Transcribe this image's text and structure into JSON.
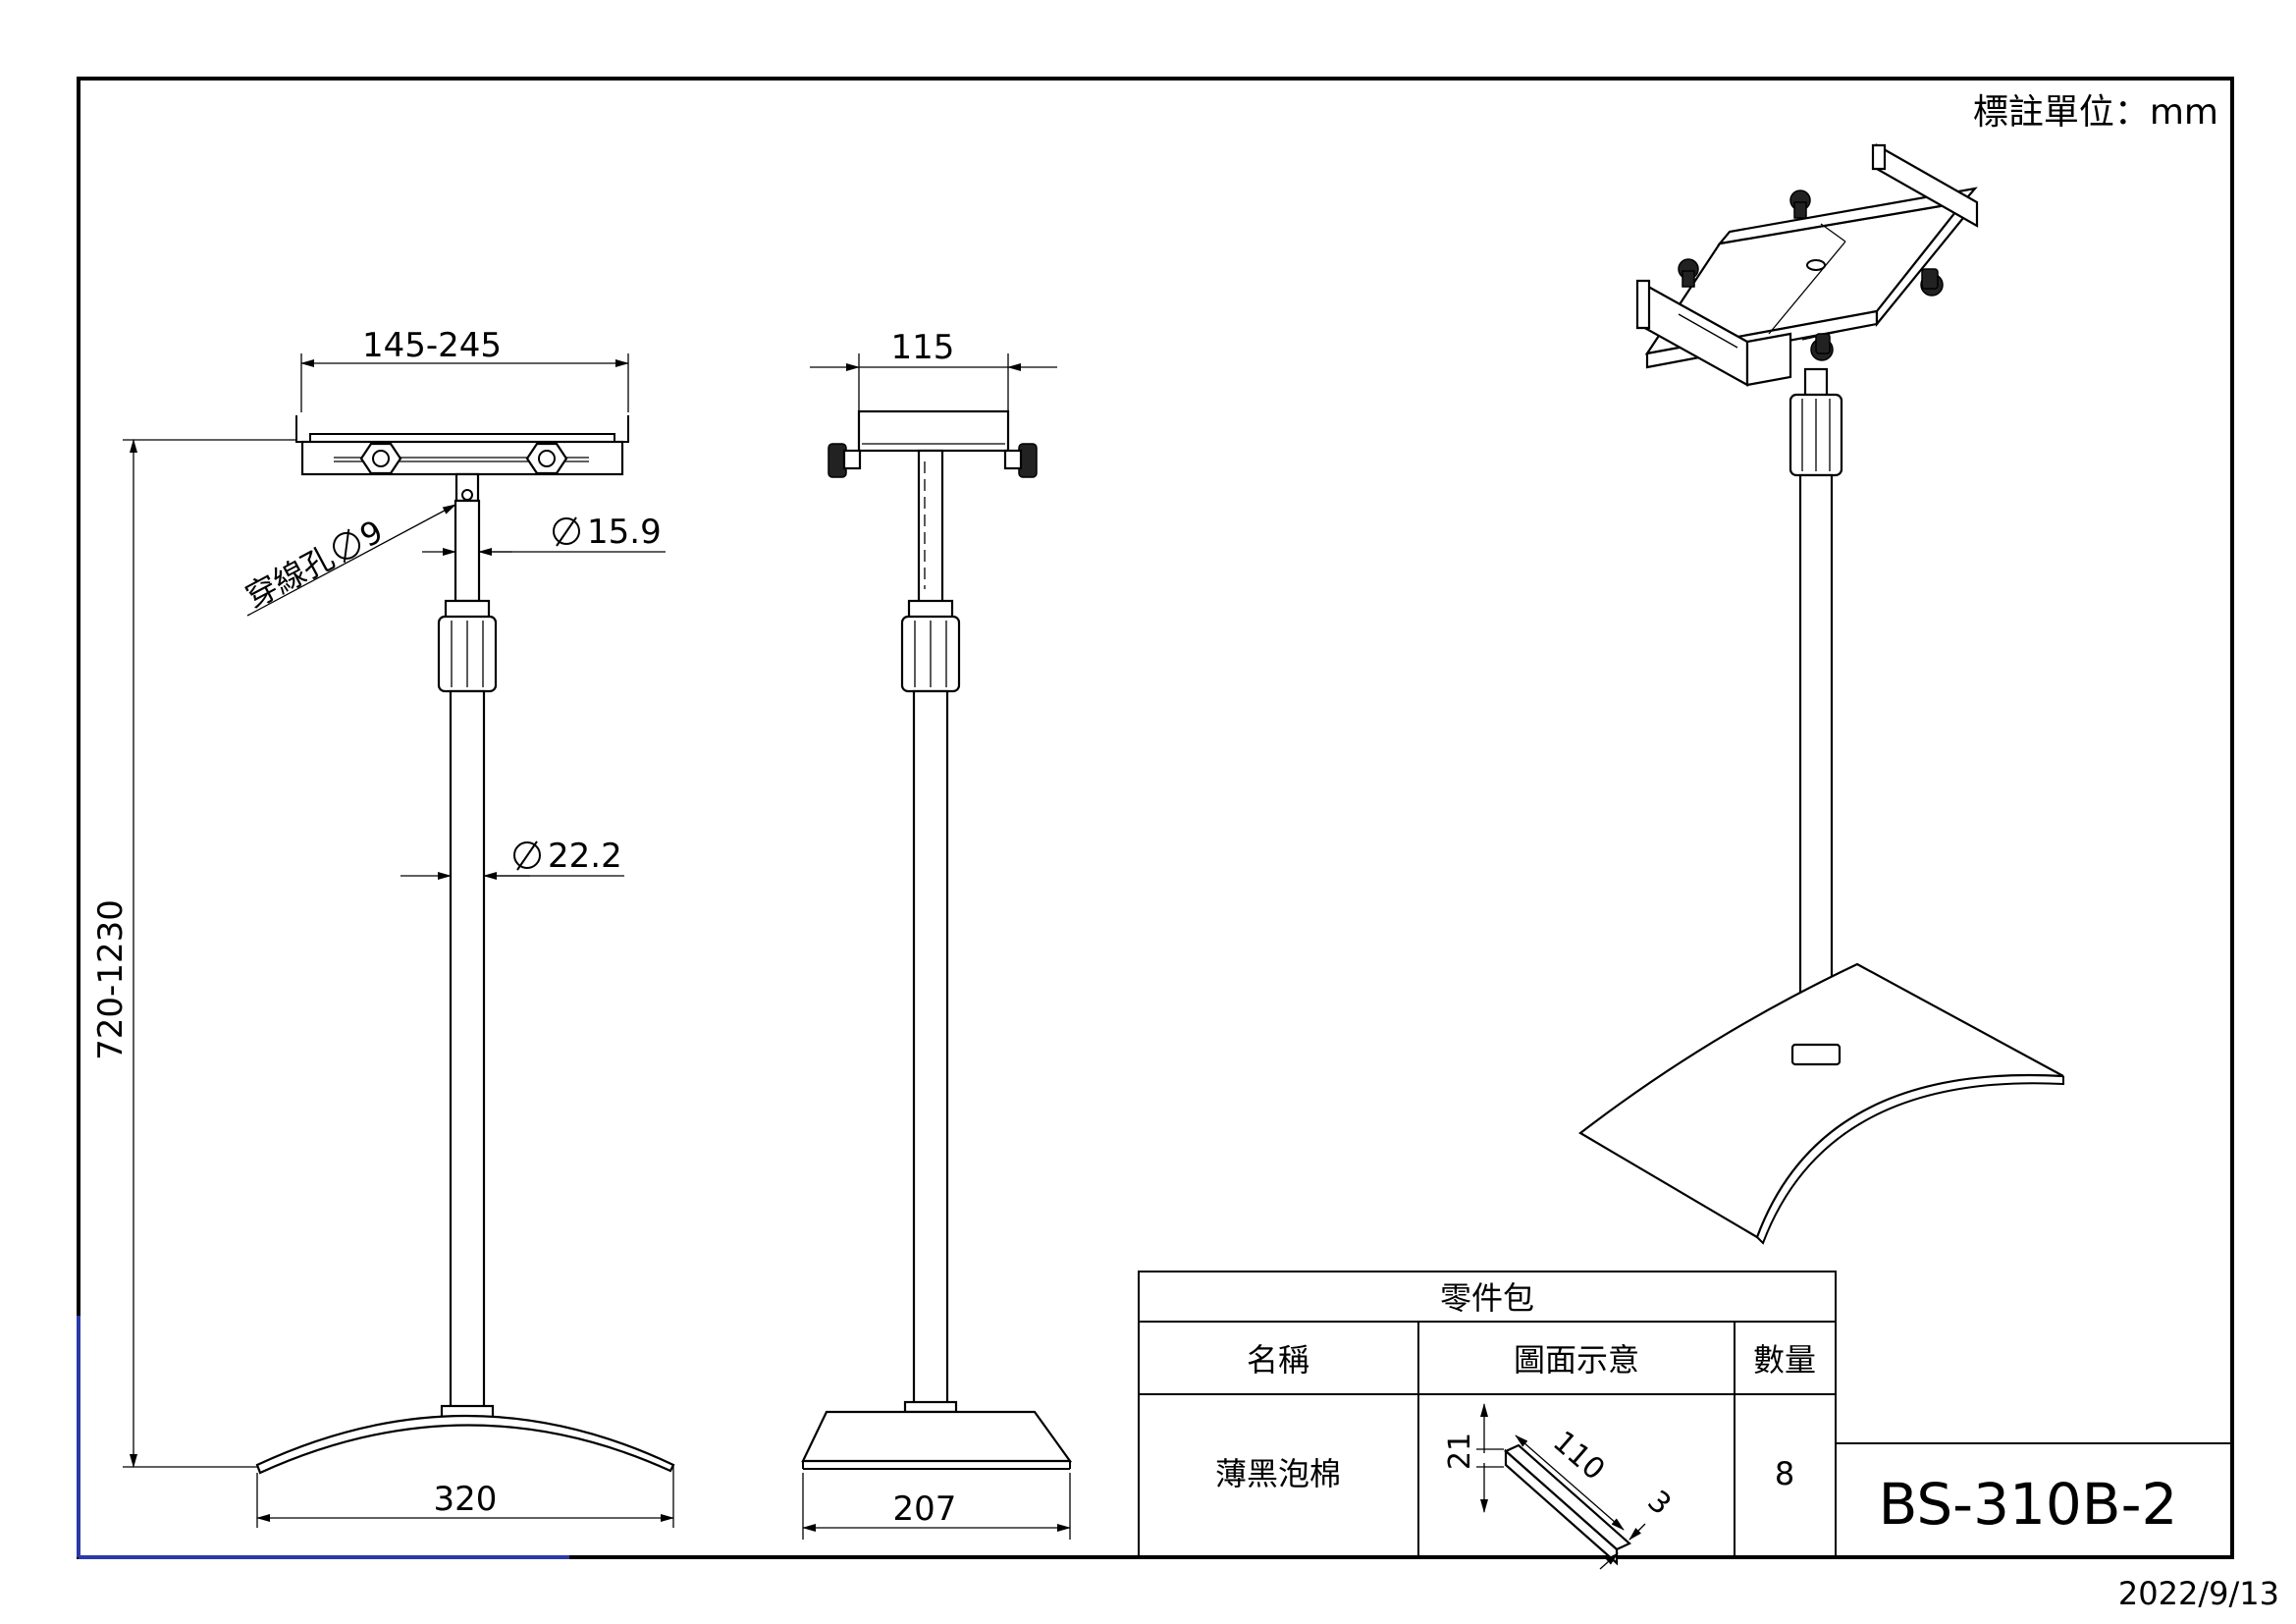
{
  "units_note": "標註單位：mm",
  "dimensions": {
    "bracket_width": "145-245",
    "height": "720-1230",
    "cable_hole": "穿線孔",
    "cable_hole_dia": "9",
    "upper_tube_dia": "15.9",
    "lower_tube_dia": "22.2",
    "base_width": "320",
    "side_top_width": "115",
    "side_base_width": "207"
  },
  "parts_table": {
    "title": "零件包",
    "headers": {
      "name": "名稱",
      "diagram": "圖面示意",
      "qty": "數量"
    },
    "rows": [
      {
        "name": "薄黑泡棉",
        "dim_h": "21",
        "dim_l": "110",
        "dim_t": "3",
        "qty": "8"
      }
    ]
  },
  "model_number": "BS-310B-2",
  "date": "2022/9/13"
}
